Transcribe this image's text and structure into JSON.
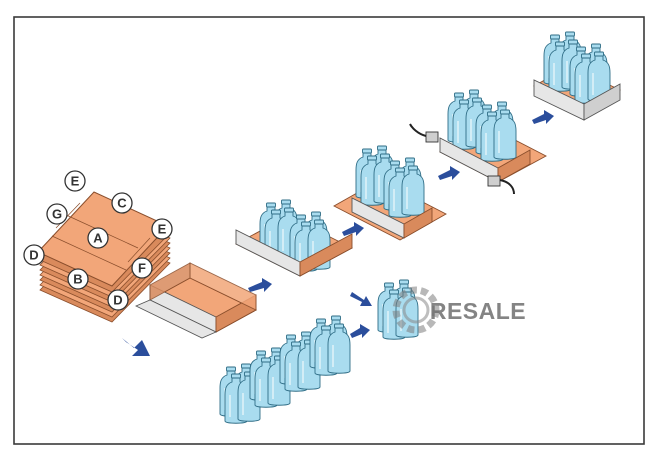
{
  "blank_labels": [
    "A",
    "B",
    "C",
    "D",
    "D",
    "E",
    "E",
    "F",
    "G"
  ],
  "watermark": {
    "text": "RESALE"
  },
  "colors": {
    "cardboard": "#f2a679",
    "cardboard_dark": "#d98a5c",
    "bottle": "#a9dcef",
    "bottle_stroke": "#2f6d86",
    "arrow": "#2b4e9c",
    "frame": "#3a3a3a",
    "shrink_film": "#e6e6e6"
  },
  "icons": [
    "flow-arrow-icon",
    "bottle-group-icon",
    "wrap-around-blank-icon",
    "gear-logo-icon",
    "heat-gun-icon"
  ]
}
